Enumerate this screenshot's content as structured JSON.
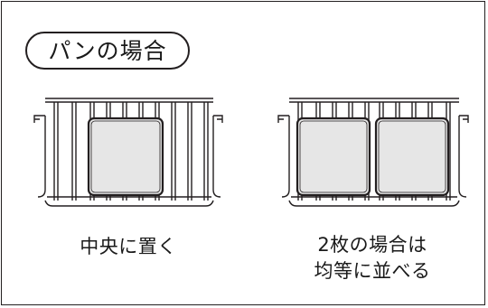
{
  "section_title": "パンの場合",
  "left_caption": "中央に置く",
  "right_caption_line1": "2枚の場合は",
  "right_caption_line2": "均等に並べる",
  "colors": {
    "line": "#231f20",
    "bread_fill": "#e6e6e6",
    "background": "#ffffff"
  },
  "icons": [
    "wire-rack-icon",
    "bread-slice-icon"
  ]
}
